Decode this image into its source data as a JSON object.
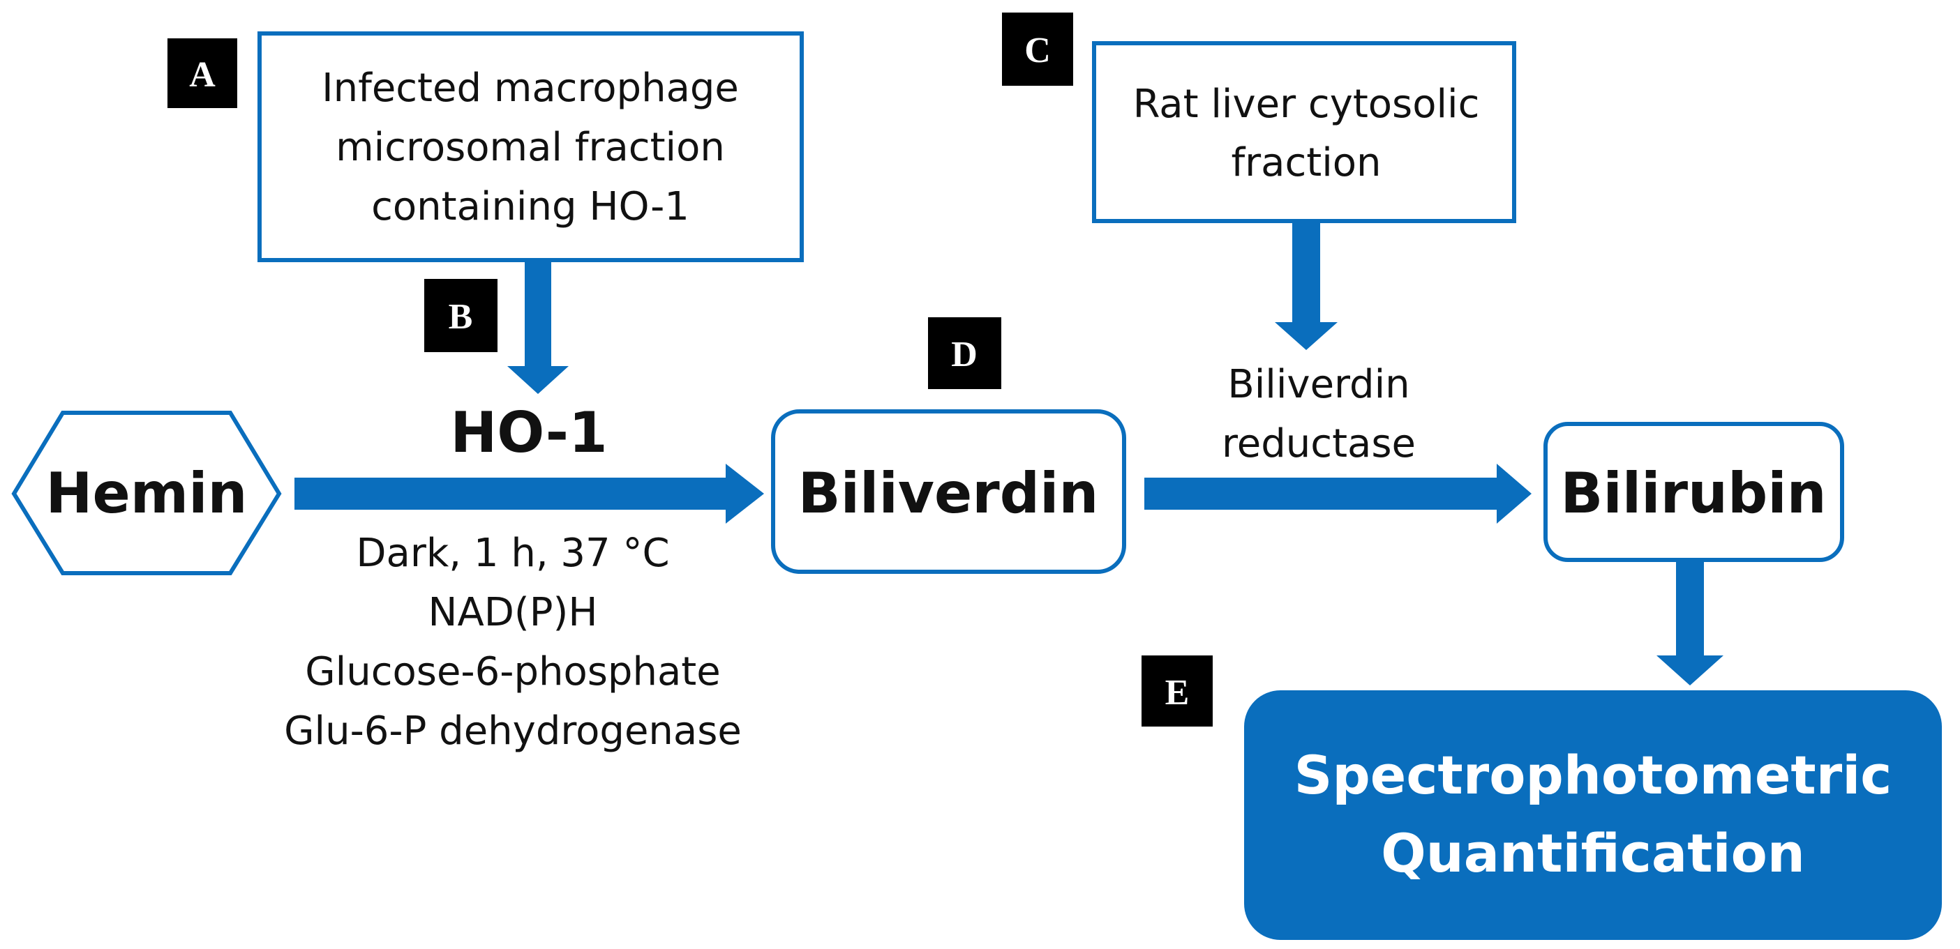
{
  "colors": {
    "accent": "#0a6ebd",
    "text": "#111111",
    "tag_bg": "#000000",
    "tag_text": "#ffffff"
  },
  "tags": {
    "a": "A",
    "b": "B",
    "c": "C",
    "d": "D",
    "e": "E"
  },
  "box_a": {
    "line1": "Infected macrophage",
    "line2": "microsomal fraction",
    "line3": "containing HO-1"
  },
  "box_c": {
    "line1": "Rat liver cytosolic",
    "line2": "fraction"
  },
  "nodes": {
    "hemin": "Hemin",
    "biliverdin": "Biliverdin",
    "bilirubin": "Bilirubin"
  },
  "enzyme1": {
    "name": "HO-1"
  },
  "conditions": [
    "Dark, 1 h, 37 °C",
    "NAD(P)H",
    "Glucose-6-phosphate",
    "Glu-6-P dehydrogenase"
  ],
  "enzyme2": {
    "line1": "Biliverdin",
    "line2": "reductase"
  },
  "result": {
    "line1": "Spectrophotometric",
    "line2": "Quantification"
  }
}
